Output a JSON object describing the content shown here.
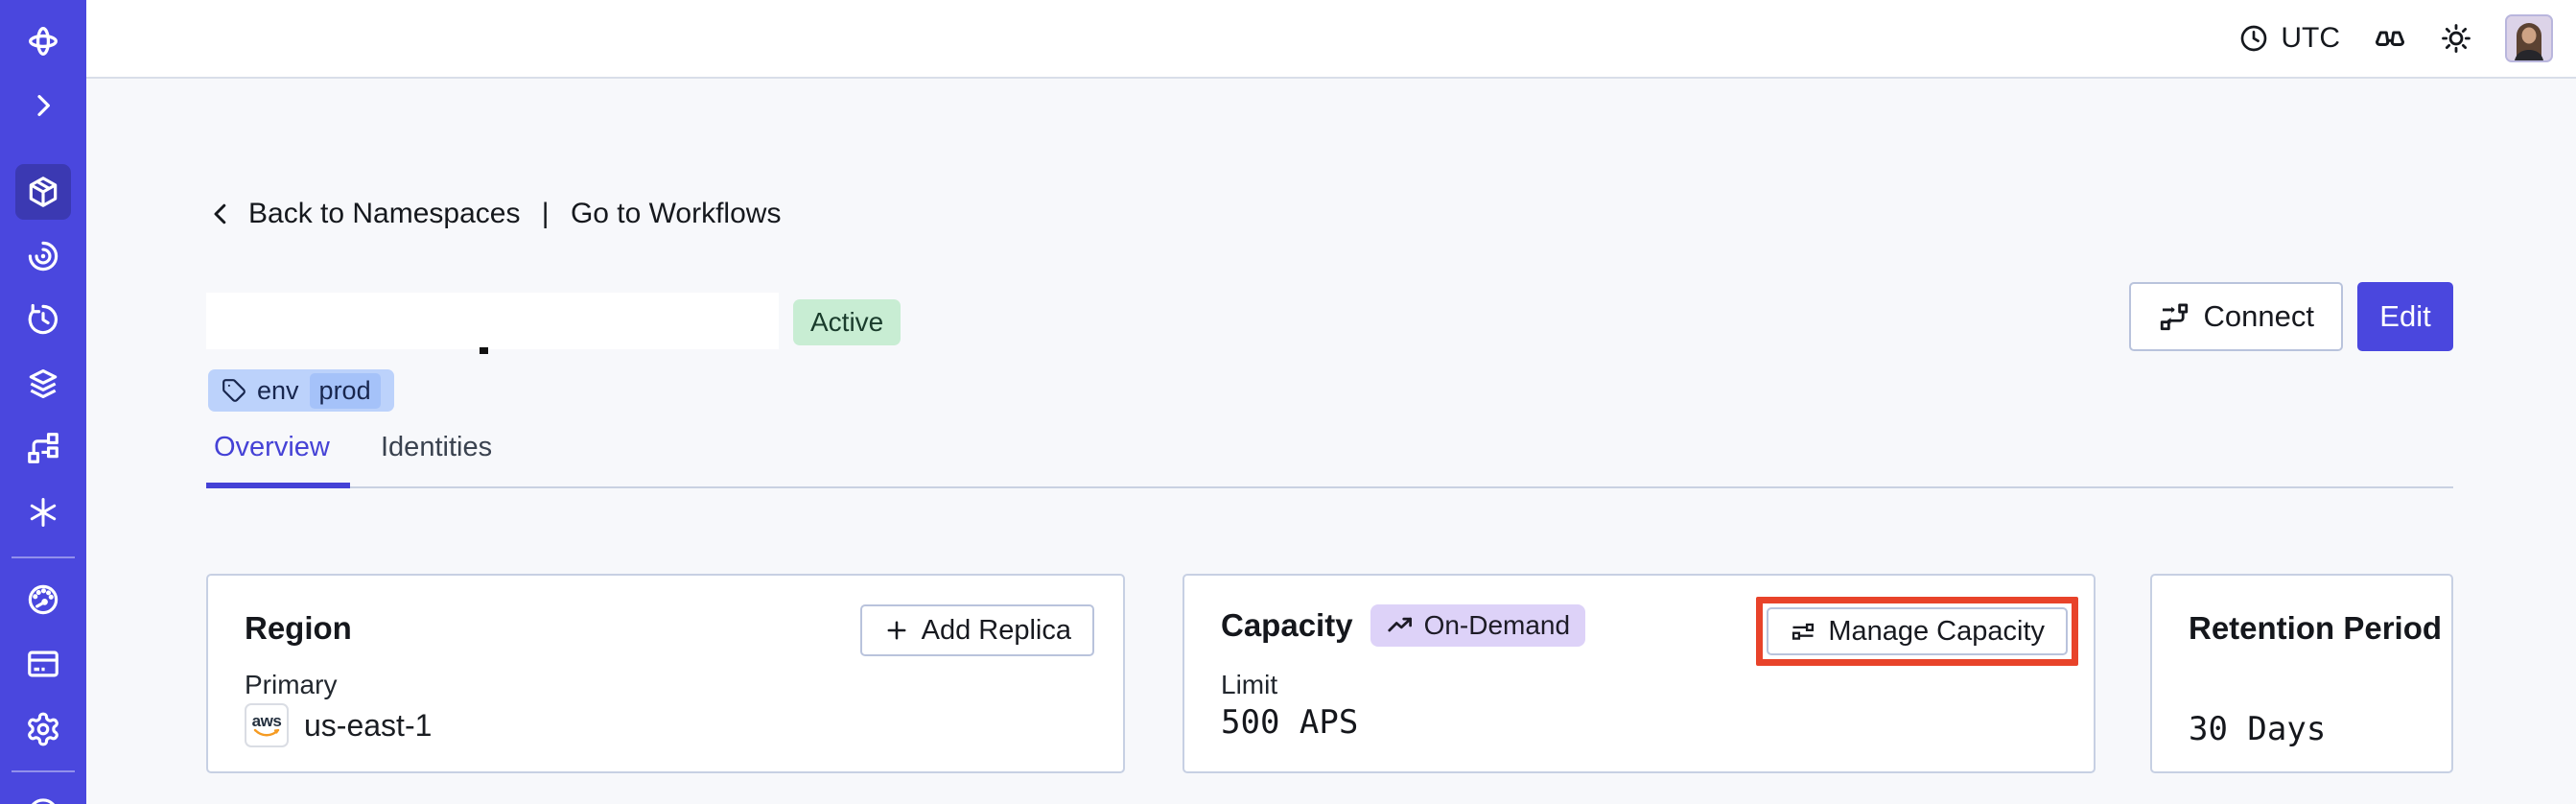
{
  "topbar": {
    "timezone": "UTC",
    "icons": [
      "clock-icon",
      "glasses-icon",
      "sun-icon",
      "avatar"
    ]
  },
  "breadcrumb": {
    "back": "Back to Namespaces",
    "separator": " | ",
    "forward": "Go to Workflows"
  },
  "header": {
    "status": "Active",
    "tag_key": "env",
    "tag_value": "prod",
    "connect": "Connect",
    "edit": "Edit"
  },
  "tabs": {
    "overview": "Overview",
    "identities": "Identities"
  },
  "cards": {
    "region": {
      "title": "Region",
      "button": "Add Replica",
      "label": "Primary",
      "provider": "aws",
      "value": "us-east-1"
    },
    "capacity": {
      "title": "Capacity",
      "badge": "On-Demand",
      "button": "Manage Capacity",
      "label": "Limit",
      "value": "500 APS"
    },
    "retention": {
      "title": "Retention Period",
      "value": "30 Days"
    }
  },
  "sidebar": {
    "active_item": "namespaces",
    "icons": [
      "temporal-logo",
      "expand-sidebar",
      "namespaces",
      "workflows",
      "schedules",
      "deployments",
      "batch-operations",
      "nexus",
      "usage",
      "billing",
      "settings",
      "support"
    ]
  },
  "colors": {
    "accent": "#4A47DE",
    "sidebar_active": "#3B39B2",
    "status_badge_bg": "#C8EDD3",
    "tag_bg": "#BCD2FB",
    "tag_chip_bg": "#A5C2F9",
    "ondemand_bg": "#DDD2F8",
    "highlight_outline": "#E8432A",
    "card_border": "#C7D0E3",
    "aws_smile": "#F59B23"
  }
}
